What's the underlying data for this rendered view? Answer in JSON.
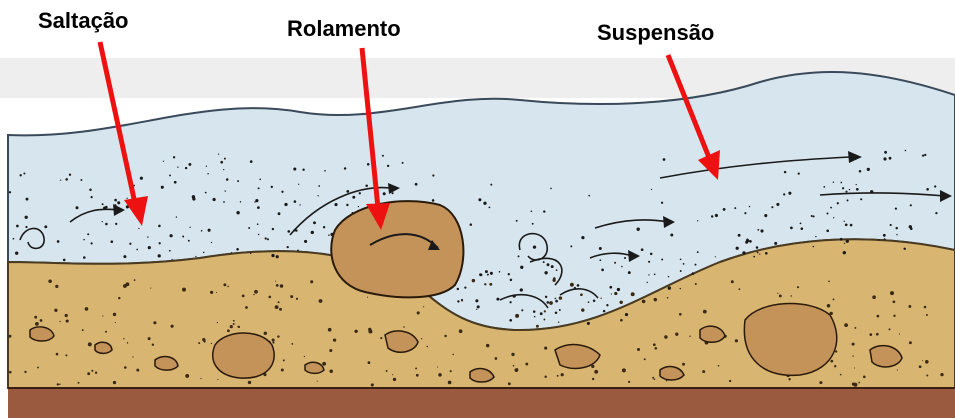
{
  "labels": {
    "saltation": "Saltação",
    "rolling": "Rolamento",
    "suspension": "Suspensão"
  },
  "colors": {
    "water": "#d7e6ee",
    "water_line": "#3a4a5a",
    "sediment": "#d8b571",
    "bedrock": "#9a5a3f",
    "pebble": "#c4935a",
    "arrow": "#ee1111"
  }
}
